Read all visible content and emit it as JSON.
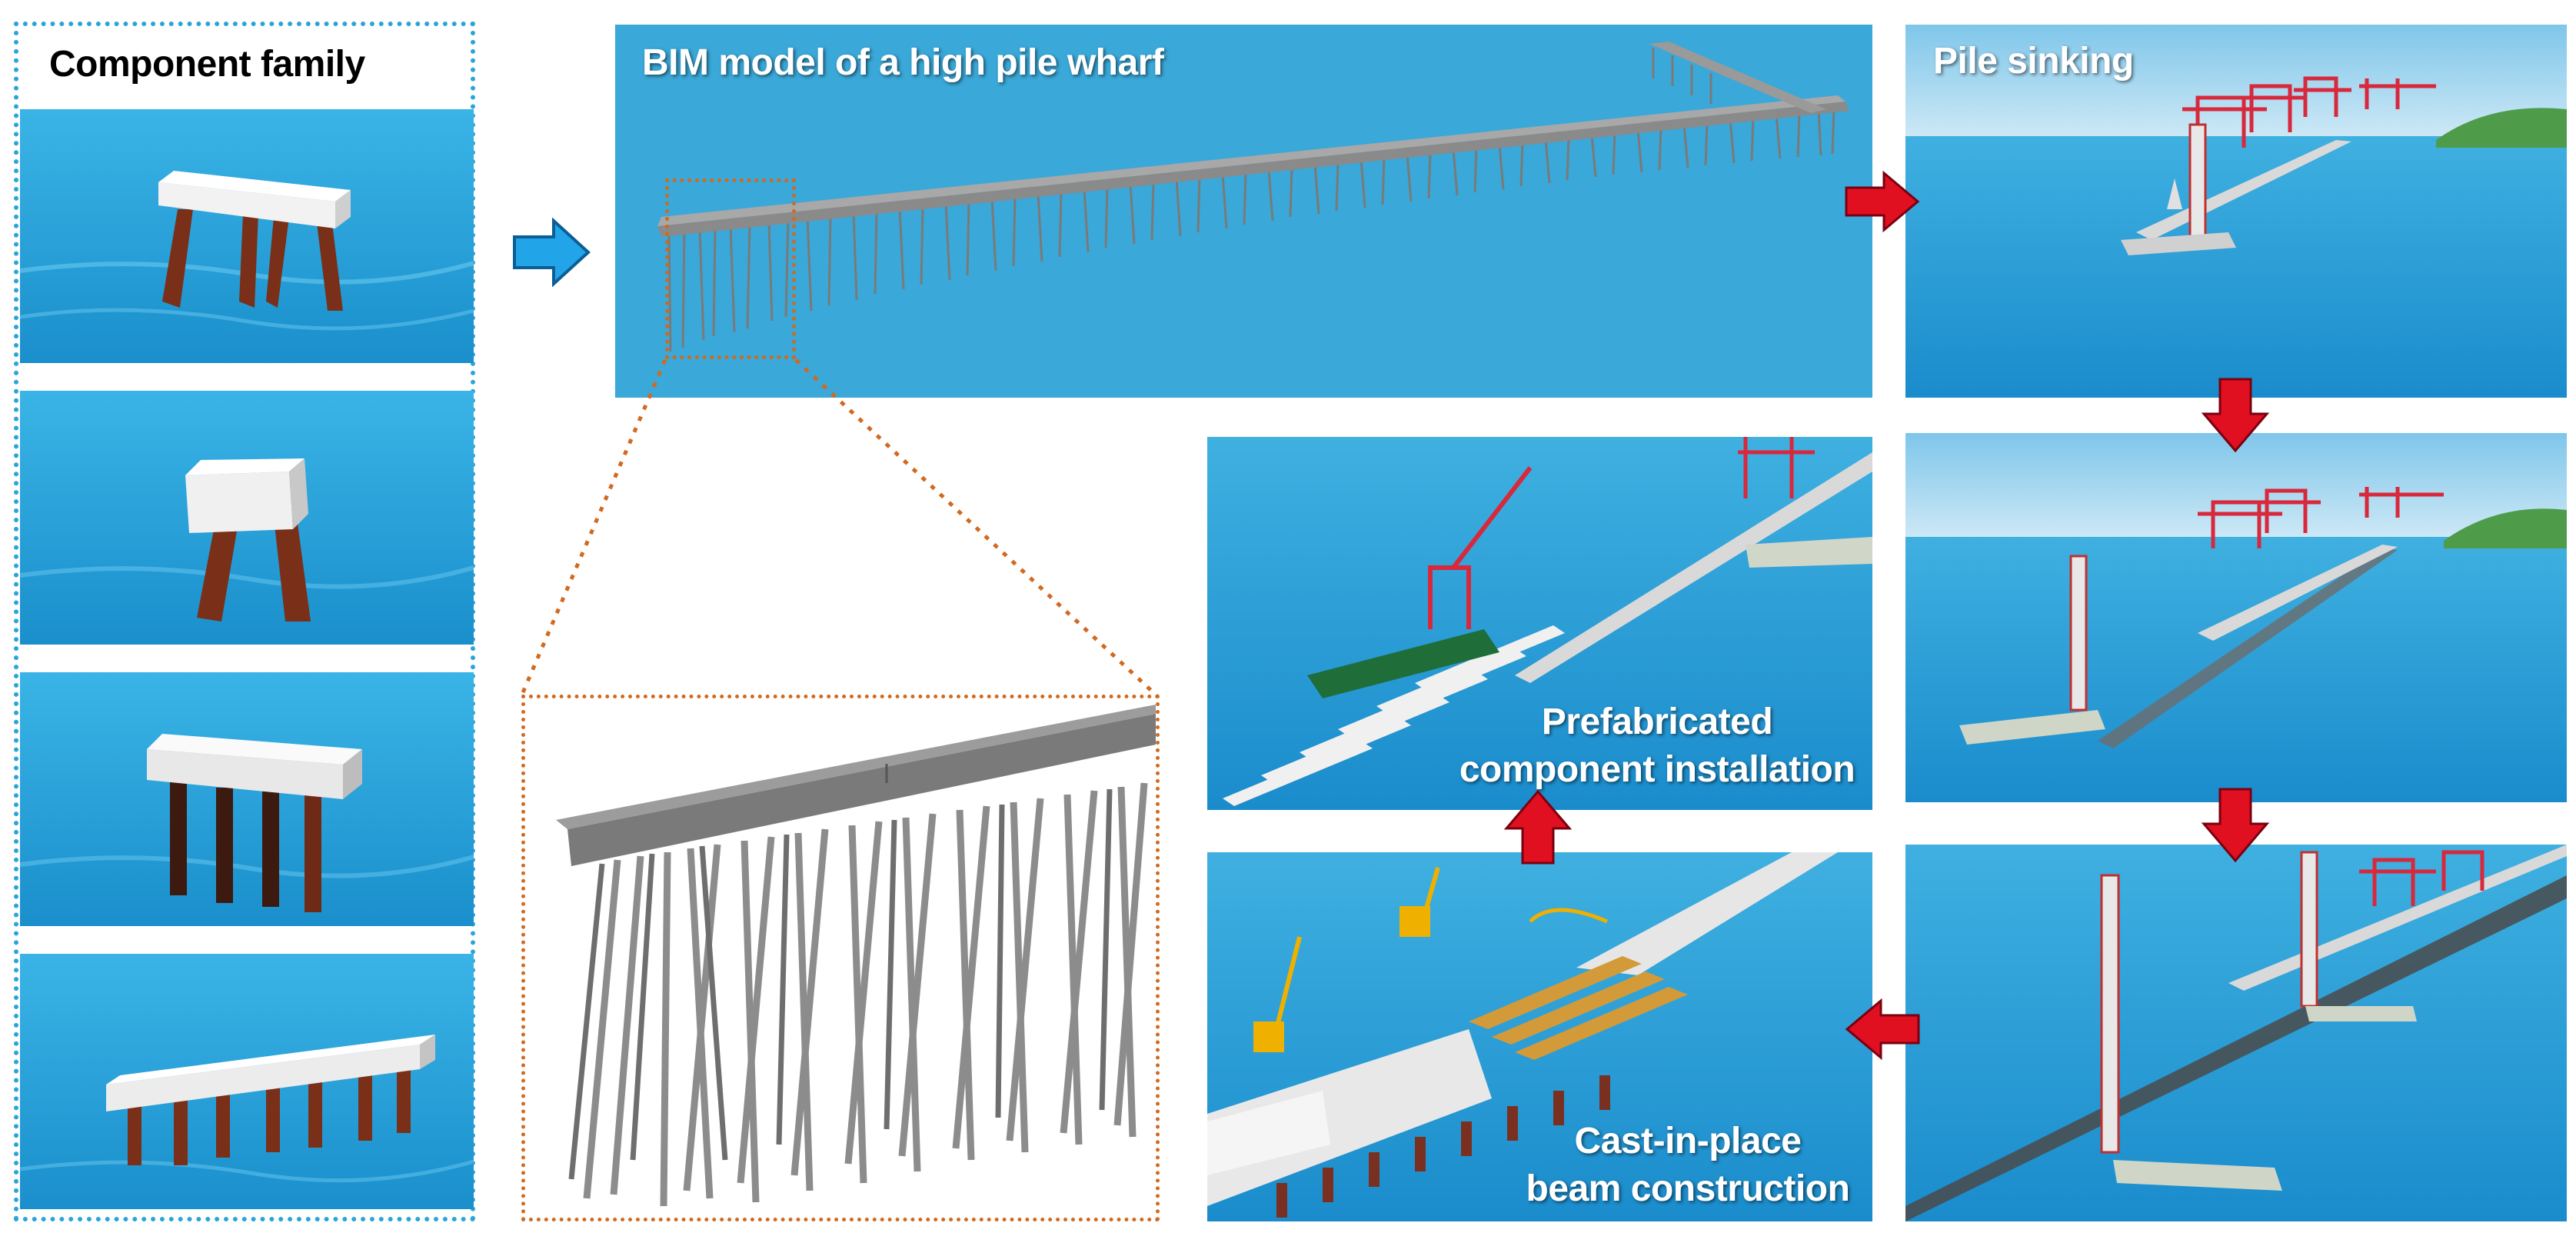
{
  "component_family": {
    "title": "Component family",
    "items": [
      "four-pile-bent",
      "two-pile-cap",
      "four-vertical-pile-beam",
      "seven-pile-long-beam"
    ]
  },
  "bim_model": {
    "title": "BIM model of a high pile wharf"
  },
  "stages": {
    "pile_sinking": "Pile sinking",
    "prefabricated_line1": "Prefabricated",
    "prefabricated_line2": "component installation",
    "castinplace_line1": "Cast-in-place",
    "castinplace_line2": "beam construction"
  },
  "colors": {
    "sea": "#1f9fd6",
    "panel_bg": "#3aa8d8",
    "dotted_frame": "#d2691e",
    "component_frame": "#2aa5d8",
    "red_arrow": "#e01020",
    "blue_arrow": "#22a4e8",
    "crane_red": "#d8283c",
    "pile_brown": "#7a2f18"
  }
}
